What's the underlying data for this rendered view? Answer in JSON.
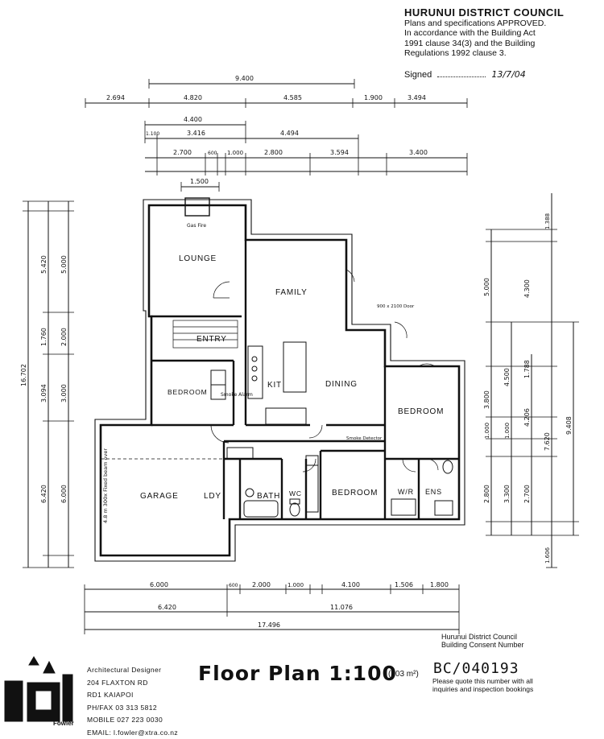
{
  "stamp": {
    "council": "HURUNUI DISTRICT COUNCIL",
    "line1": "Plans and specifications APPROVED.",
    "line2": "In accordance with the Building Act",
    "line3": "1991  clause 34(3) and the Building",
    "line4": "Regulations 1992 clause 3.",
    "signed_label": "Signed",
    "date": "13/7/04"
  },
  "rooms": {
    "lounge": "LOUNGE",
    "family": "FAMILY",
    "entry": "ENTRY",
    "kit": "KIT",
    "dining": "DINING",
    "bedroom_left": "BEDROOM",
    "bedroom_right": "BEDROOM",
    "bedroom_bottom": "BEDROOM",
    "garage": "GARAGE",
    "ldy": "LDY",
    "bath": "BATH",
    "wc": "WC",
    "wr": "W/R",
    "ens": "ENS"
  },
  "notes": {
    "gas_fire": "Gas Fire",
    "door_note": "900 x 2100 Door",
    "beam": "4.8 m 300x  Fixed beam over",
    "smoke": "Smoke Alarm",
    "smoke2": "Smoke Detector"
  },
  "dims_top": {
    "overall": "9.400",
    "row2": [
      "2.694",
      "4.820",
      "4.585",
      "1.900",
      "3.494"
    ],
    "row3": [
      "4.400"
    ],
    "row4": [
      "1.100",
      "3.416",
      "4.494"
    ],
    "row5": [
      "2.700",
      "600",
      "1.000",
      "2.800",
      "3.594",
      "3.400"
    ],
    "row6": [
      "1.500"
    ]
  },
  "dims_bottom": {
    "row1": [
      "6.000",
      "600",
      "2.000",
      "1.000",
      "4.100",
      "1.506",
      "1.800"
    ],
    "row2": [
      "6.420",
      "11.076"
    ],
    "overall": "17.496"
  },
  "dims_left": {
    "outer": "16.702",
    "col1": [
      "5.420",
      "1.760",
      "3.094",
      "6.420"
    ],
    "col2": [
      "5.000",
      "2.000",
      "3.000",
      "6.000"
    ]
  },
  "dims_right": {
    "col1": [
      "5.000",
      "3.800",
      "1.000",
      "2.800"
    ],
    "col2": [
      "4.500",
      "1.000",
      "3.300"
    ],
    "col3": [
      "4.300",
      "1.788",
      "4.206",
      "2.700"
    ],
    "col4": [
      "1.388",
      "7.620",
      "1.606"
    ],
    "col5": [
      "9.408"
    ]
  },
  "designer": {
    "role": "Architectural Designer",
    "address1": "204 FLAXTON RD",
    "address2": "RD1 KAIAPOI",
    "phone": "PH/FAX 03 313 5812",
    "mobile": "MOBILE 027 223 0030",
    "email": "EMAIL: l.fowler@xtra.co.nz",
    "brand": "Fowler"
  },
  "title": "Floor Plan 1:100",
  "area": "(203 m²)",
  "consent_label1": "Hurunui District Council",
  "consent_label2": "Building Consent Number",
  "consent_number": "BC/040193",
  "quote1": "Please quote this number with all",
  "quote2": "inquiries and inspection bookings"
}
